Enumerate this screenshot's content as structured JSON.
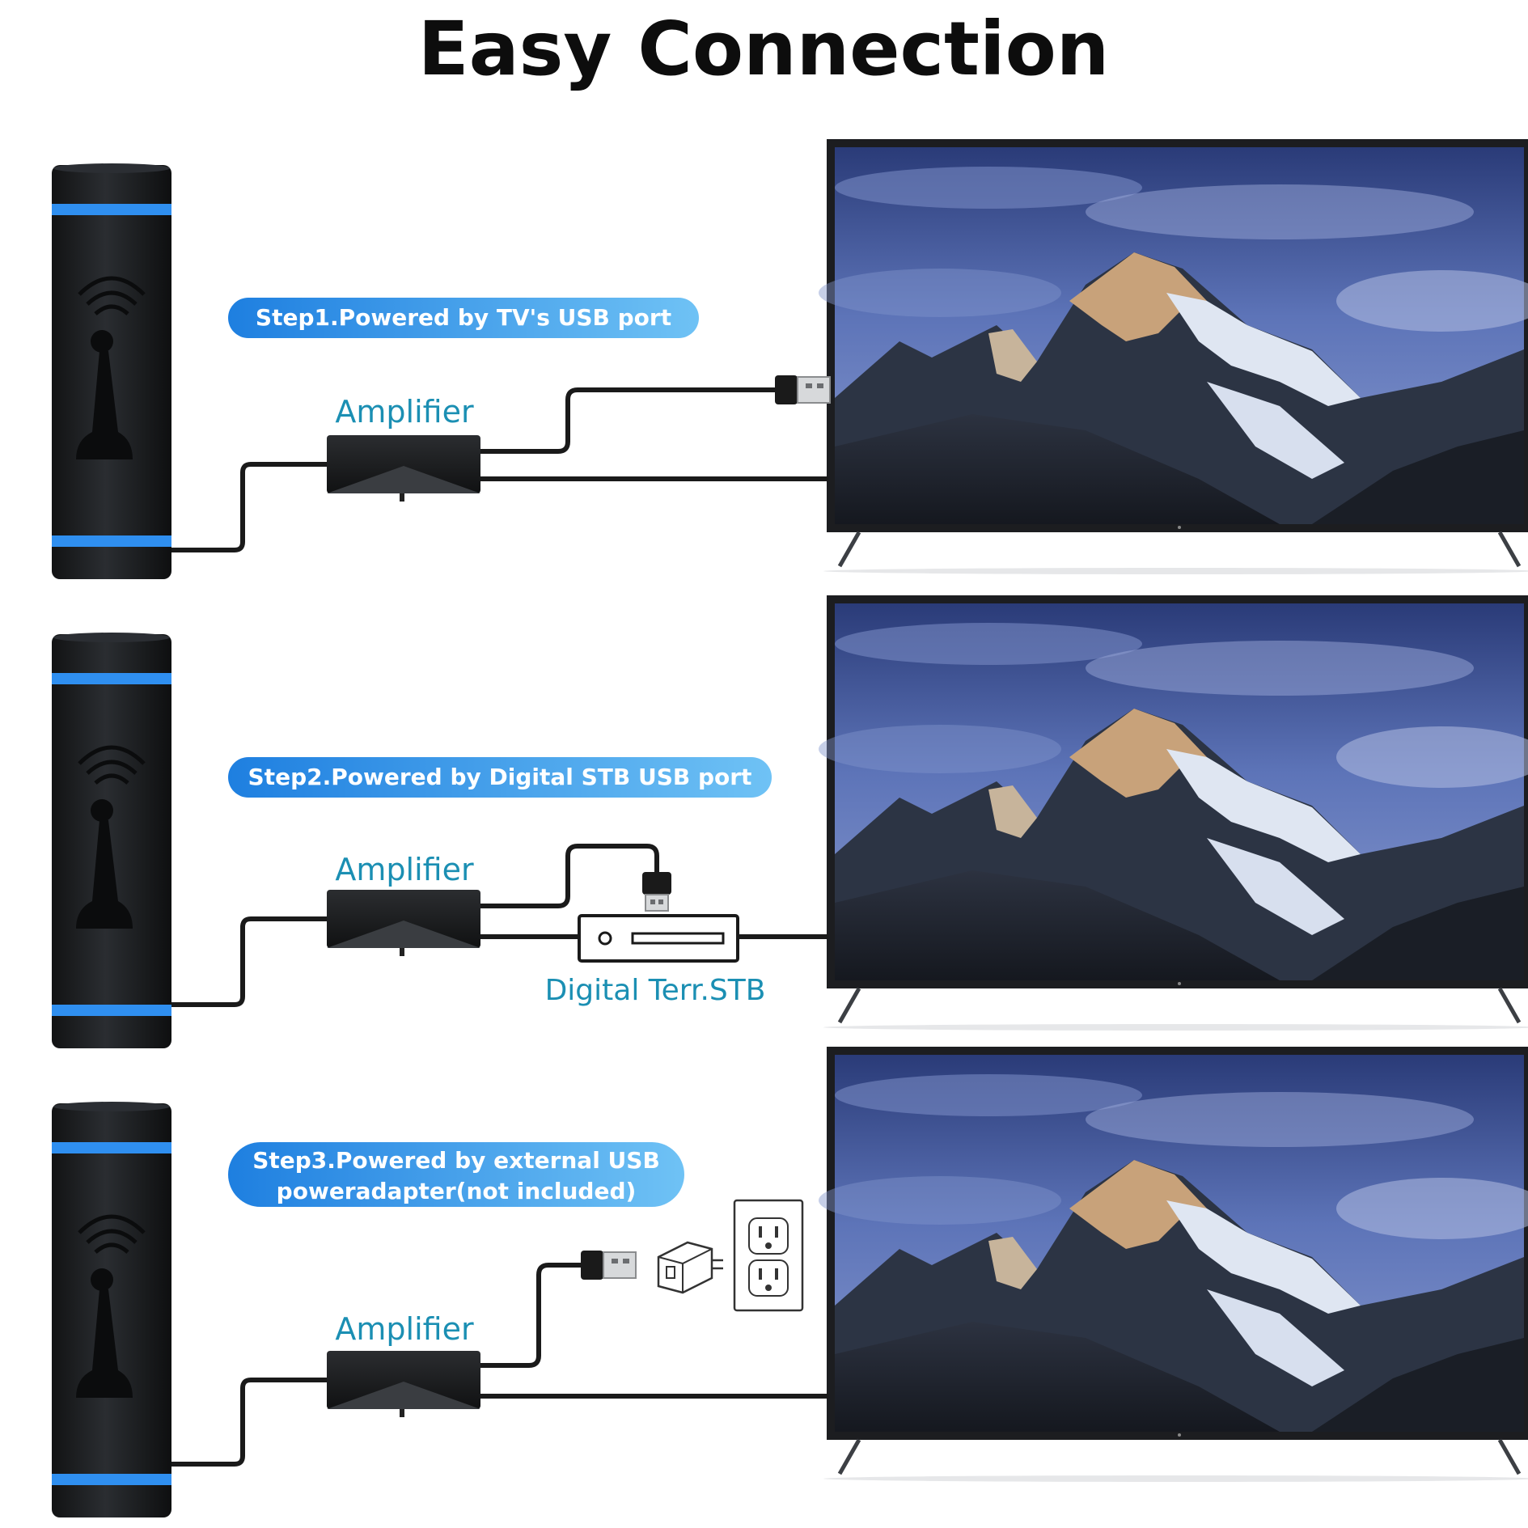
{
  "title": "Easy Connection",
  "colors": {
    "accent_blue": "#2f8ff0",
    "pill_start": "#1e7fe0",
    "pill_end": "#6fc2f5",
    "teal_text": "#1b8fb3",
    "antenna_body": "#1d1f22",
    "cable": "#1a1a1a"
  },
  "steps": [
    {
      "lines": [
        "Step1.Powered by TV's USB port"
      ],
      "amplifier_label": "Amplifier"
    },
    {
      "lines": [
        "Step2.Powered by Digital STB USB port"
      ],
      "amplifier_label": "Amplifier",
      "stb_label": "Digital Terr.STB"
    },
    {
      "lines": [
        "Step3.Powered by external USB",
        "poweradapter(not included)"
      ],
      "amplifier_label": "Amplifier"
    }
  ],
  "icons": [
    "antenna-icon",
    "signal-waves-icon",
    "usb-plug-icon",
    "tv-icon",
    "set-top-box-icon",
    "wall-outlet-icon",
    "usb-power-adapter-icon"
  ]
}
